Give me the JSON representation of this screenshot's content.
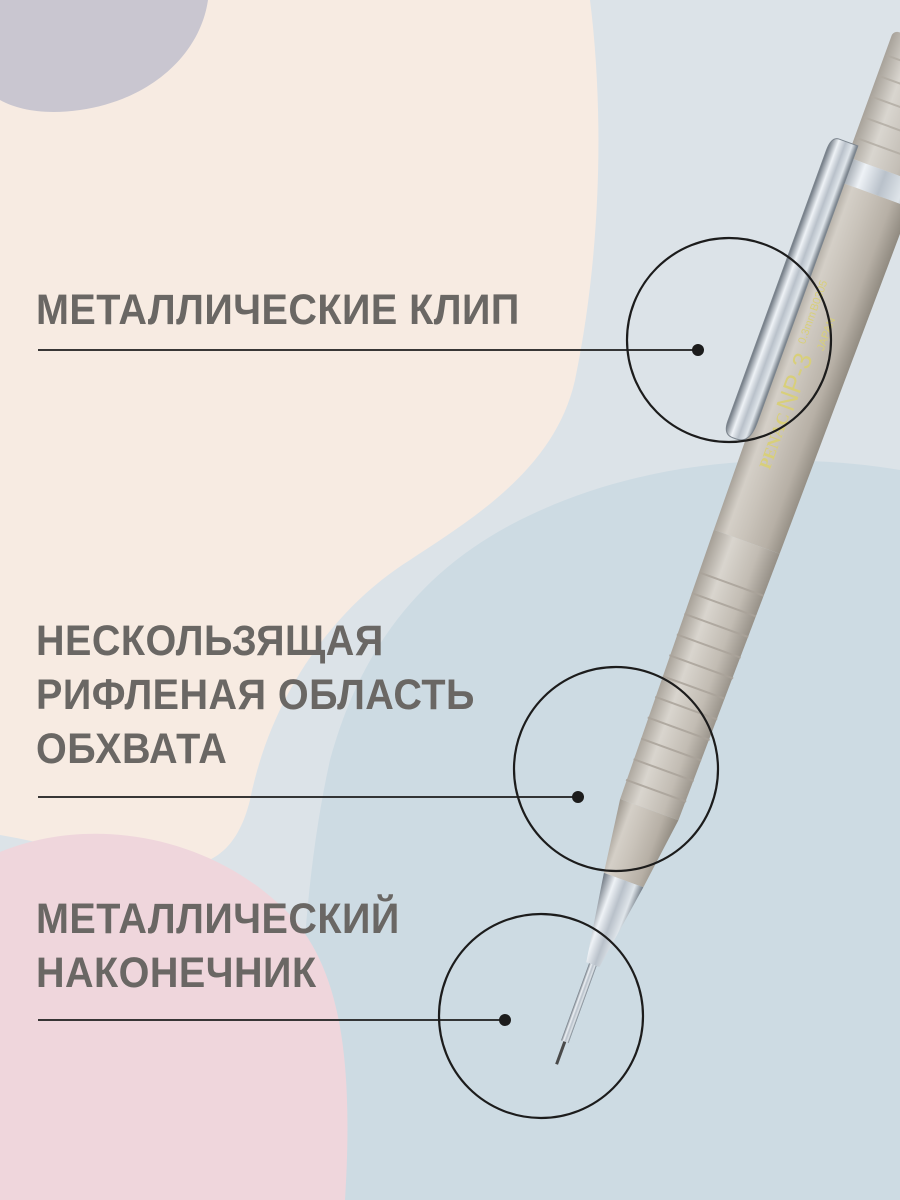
{
  "callouts": [
    {
      "lines": [
        "МЕТАЛЛИЧЕСКИЕ КЛИП"
      ]
    },
    {
      "lines": [
        "НЕСКОЛЬЗЯЩАЯ",
        "РИФЛЕНАЯ ОБЛАСТЬ",
        "ОБХВАТА"
      ]
    },
    {
      "lines": [
        "МЕТАЛЛИЧЕСКИЙ",
        "НАКОНЕЧНИК"
      ]
    }
  ],
  "pen_imprint": {
    "brand": "PENAC",
    "model": "NP-3",
    "size": "0.3mm",
    "code": "B0305",
    "origin": "JAPAN"
  },
  "colors": {
    "label_text": "#6a6764",
    "callout_line": "#1c1c1c",
    "imprint_text": "#d8cf7a",
    "pen_body": "#c4bdb4",
    "chrome": "#aeb6bf",
    "blob_peach": "#f7ebe2",
    "blob_blue": "#cddbe3",
    "blob_pink": "#efd6dc",
    "blob_lavender": "#c9c6d0"
  }
}
